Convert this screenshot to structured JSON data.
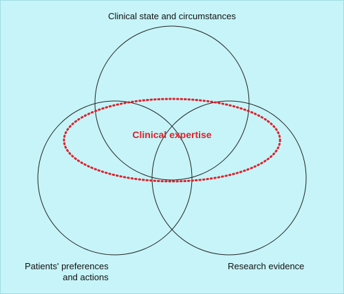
{
  "diagram": {
    "circle_top_label": "Clinical state and circumstances",
    "circle_left_label_line1": "Patients' preferences",
    "circle_left_label_line2": "and actions",
    "circle_right_label": "Research evidence",
    "center_label": "Clinical expertise",
    "colors": {
      "background": "#c6f4f8",
      "circle_stroke": "#222222",
      "expertise_ring": "#e0202a"
    }
  }
}
